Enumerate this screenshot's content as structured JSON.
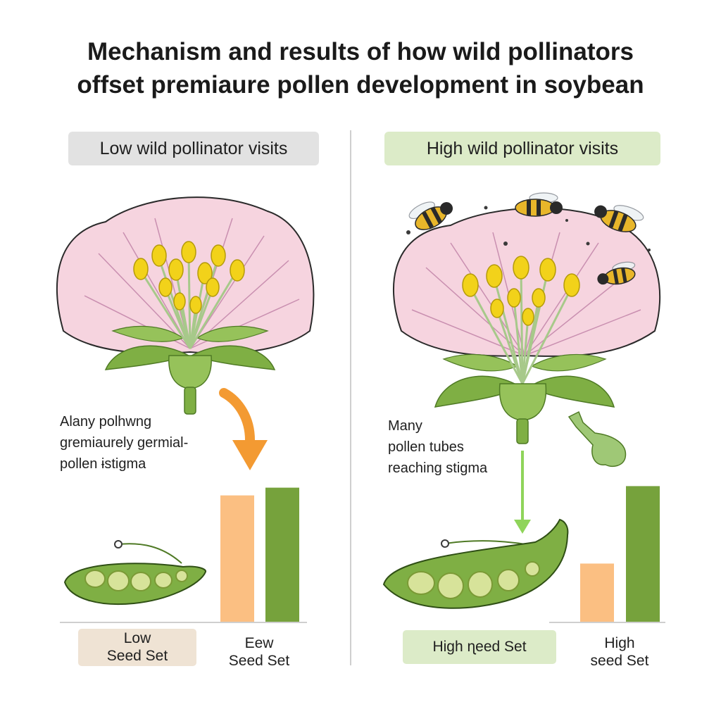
{
  "title": {
    "line1": "Mechanism and results of how wild pollinators",
    "line2": "offset premiaure pollen development in soybean"
  },
  "left_panel": {
    "heading": "Low wild pollinator visits",
    "note": [
      "Alany polhwng",
      "gremiaurely germial-",
      "pollen ɨstigma"
    ],
    "seed_box": [
      "Low",
      "Seed Set"
    ],
    "seed_text": [
      "Eew",
      "Seed Set"
    ]
  },
  "right_panel": {
    "heading": "High wild pollinator visits",
    "note": [
      "Many",
      "pollen tubes",
      "reaching stigma"
    ],
    "seed_box": "High ɳeed Set",
    "seed_text": [
      "High",
      "seed Set"
    ]
  },
  "colors": {
    "petal": "#f6d4df",
    "petal_vein": "#c98fb0",
    "leaf": "#7faf44",
    "anther": "#f2d21a",
    "bar_orange": "#fbbf82",
    "bar_green": "#76a23c",
    "arrow_orange": "#f39a32",
    "arrow_green": "#8fd45a",
    "heading_left_bg": "#e2e2e2",
    "heading_right_bg": "#dcebc8",
    "seed_left_bg": "#efe3d4"
  },
  "chart_data": [
    {
      "type": "bar",
      "panel": "left",
      "categories": [
        "",
        ""
      ],
      "values": [
        0.82,
        0.87
      ],
      "bar_colors": [
        "#fbbf82",
        "#76a23c"
      ],
      "ylim": [
        0,
        1
      ],
      "axis_labels": "none"
    },
    {
      "type": "bar",
      "panel": "right",
      "categories": [
        "",
        ""
      ],
      "values": [
        0.38,
        0.88
      ],
      "bar_colors": [
        "#fbbf82",
        "#76a23c"
      ],
      "ylim": [
        0,
        1
      ],
      "axis_labels": "none"
    }
  ]
}
